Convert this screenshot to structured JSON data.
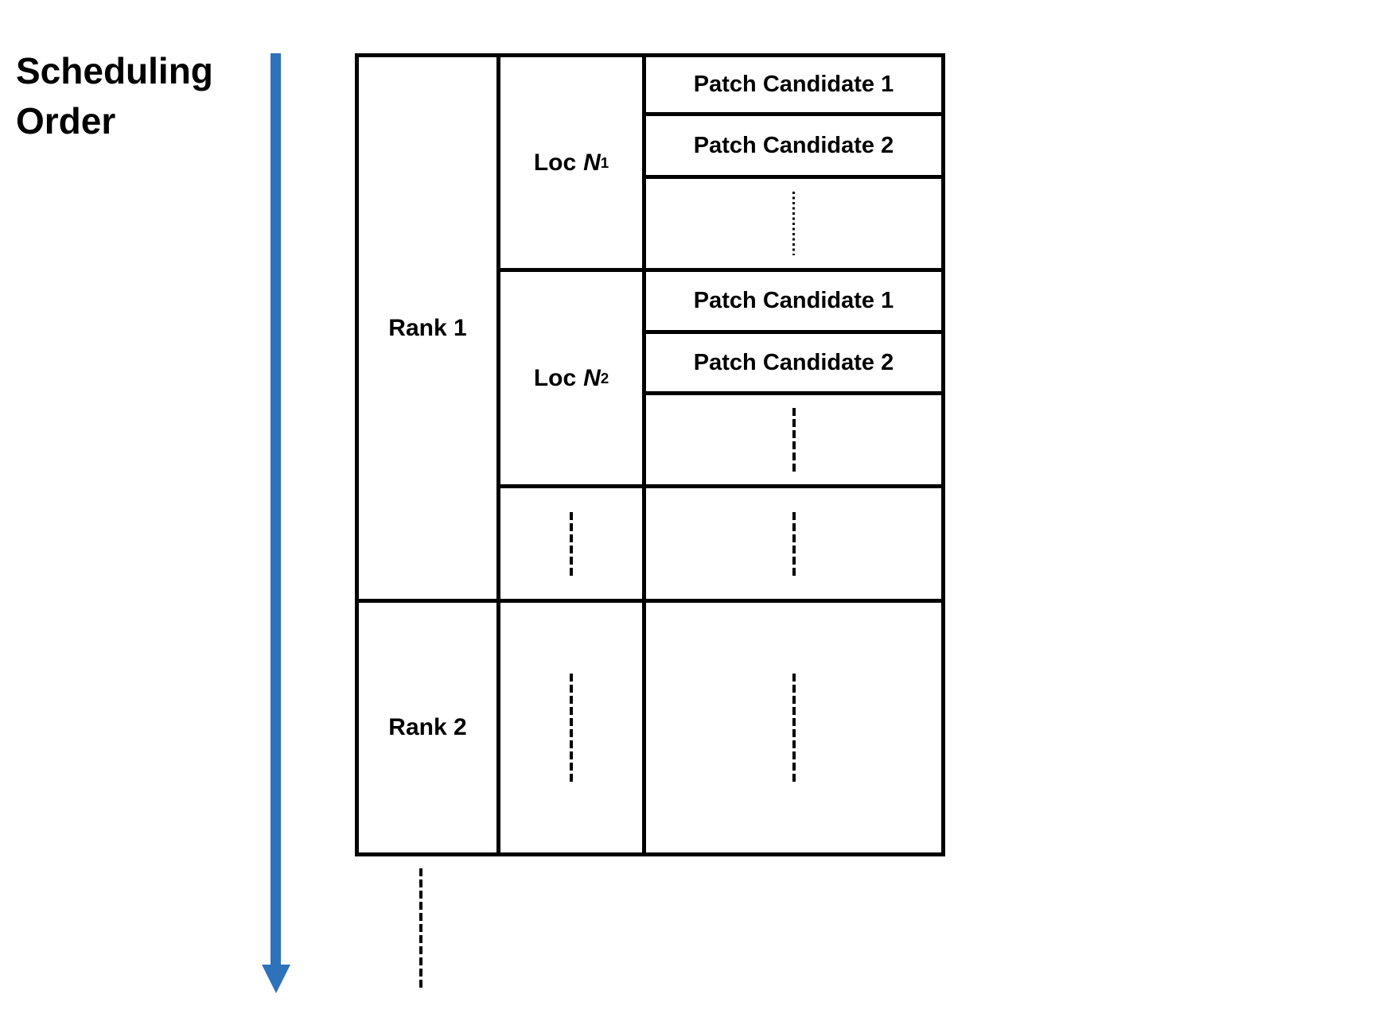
{
  "title": "Scheduling Order",
  "colors": {
    "arrow_blue": "#2E72BB",
    "line_black": "#000000",
    "background": "#FFFFFF"
  },
  "table": {
    "ranks": [
      {
        "label": "Rank 1",
        "locations": [
          {
            "label": {
              "prefix": "Loc",
              "variable": "N",
              "subscript": "1"
            },
            "candidates": [
              "Patch Candidate 1",
              "Patch Candidate 2"
            ],
            "ellipsis_style": "dotted"
          },
          {
            "label": {
              "prefix": "Loc",
              "variable": "N",
              "subscript": "2"
            },
            "candidates": [
              "Patch Candidate 1",
              "Patch Candidate 2"
            ],
            "ellipsis_style": "dashed"
          }
        ],
        "more_locations": "vertical-ellipsis"
      },
      {
        "label": "Rank 2",
        "more_locations": "vertical-ellipsis"
      }
    ],
    "more_ranks": "vertical-ellipsis"
  }
}
